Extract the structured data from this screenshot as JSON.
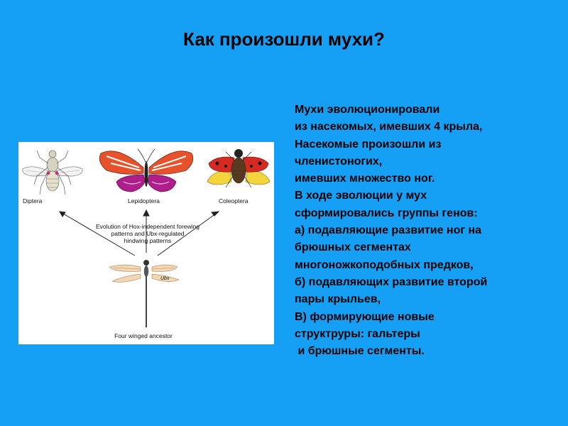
{
  "slide": {
    "title": "Как произошли мухи?",
    "body_lines": [
      "Мухи эволюционировали",
      "из насекомых, имевших 4 крыла,",
      "Насекомые произошли из",
      "членистоногих,",
      "имевших множество ног.",
      "В ходе эволюции у мух",
      "сформировались группы генов:",
      "а) подавляющие развитие ног на",
      "брюшных сегментах",
      "многоножкоподобных предков,",
      "б) подавляющих развитие второй",
      "пары крыльев,",
      "В) формирующие новые",
      "структруры: гальтеры",
      " и брюшные сегменты."
    ]
  },
  "figure": {
    "labels": {
      "diptera": "Diptera",
      "lepidoptera": "Lepidoptera",
      "coleoptera": "Coleoptera",
      "evolution_line1": "Evolution of Hox-independent forewing",
      "evolution_line2": "patterns and Ubx-regulated",
      "evolution_line3": "hindwing patterns",
      "ubx": "Ubx",
      "ancestor": "Four winged ancestor"
    }
  },
  "colors": {
    "background": "#15A0F6",
    "butterfly_orange": "#E8522A",
    "butterfly_purple": "#B01E8C",
    "beetle_red": "#D42A22",
    "beetle_yellow": "#F2D53C",
    "dragonfly_wing_tint": "#F3D7B5"
  }
}
